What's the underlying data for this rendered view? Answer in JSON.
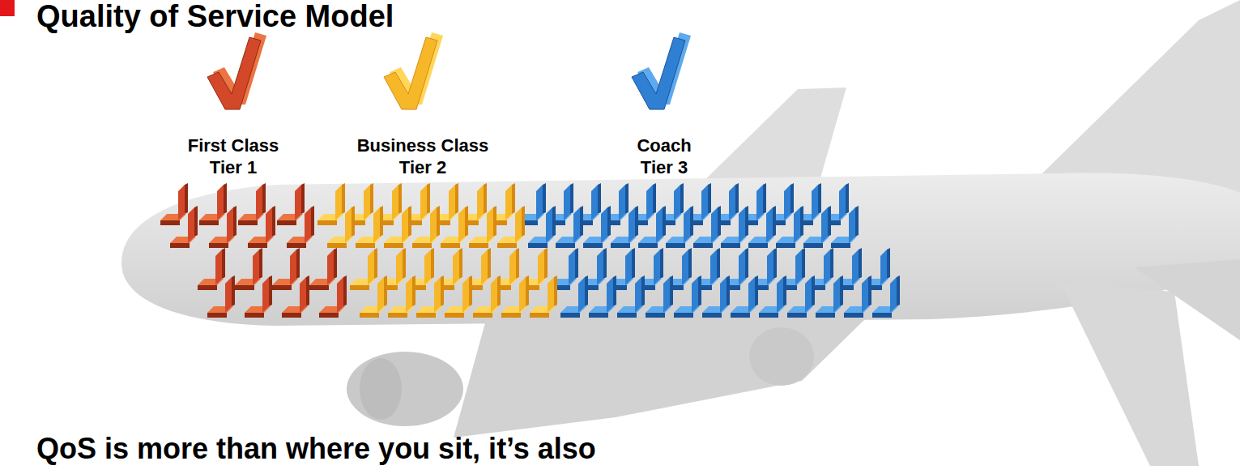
{
  "diagram": {
    "title": "Quality of Service Model",
    "caption": "QoS is more than where you sit, it’s also",
    "labels": [
      "First Class Tier 1",
      "Business Class Tier 2",
      "Coach Tier 3"
    ]
  }
}
